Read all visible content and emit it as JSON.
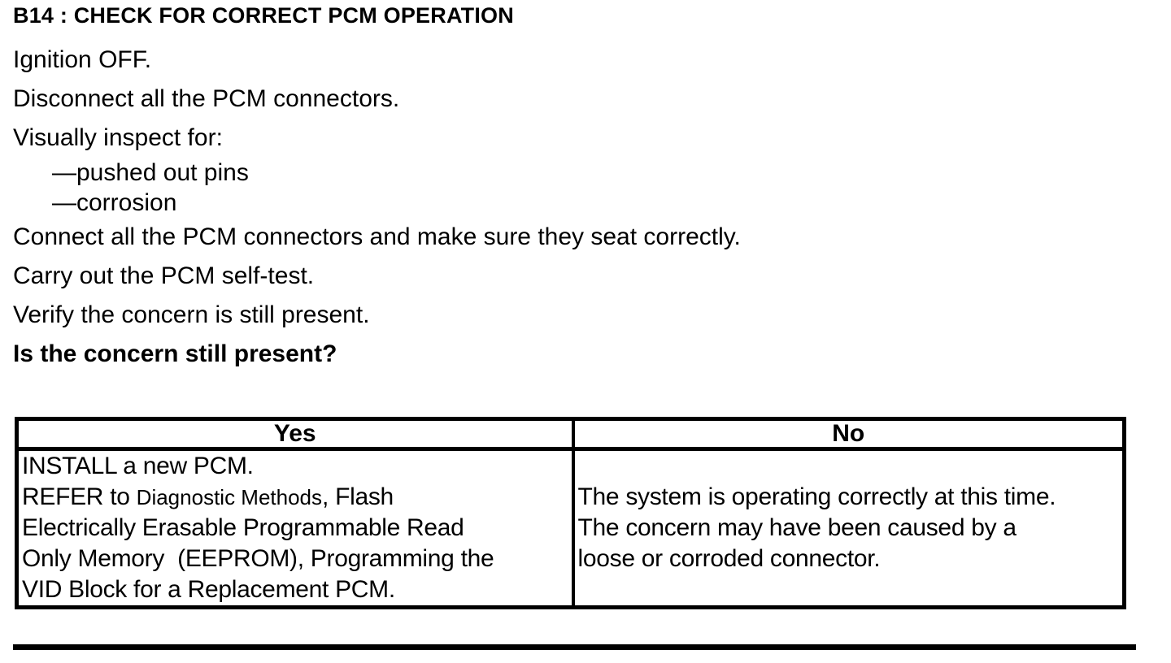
{
  "content": {
    "heading": "B14 : CHECK FOR CORRECT PCM OPERATION",
    "steps": [
      "Ignition OFF.",
      "Disconnect all the PCM connectors.",
      "Visually inspect for:"
    ],
    "inspect_items": [
      "—pushed out pins",
      "—corrosion"
    ],
    "steps2": [
      "Connect all the PCM connectors and make sure they seat correctly.",
      "Carry out the PCM self-test.",
      "Verify the concern is still present."
    ],
    "question": "Is the concern still present?"
  },
  "table": {
    "headers": {
      "yes": "Yes",
      "no": "No"
    },
    "yes_cell": {
      "line1": "INSTALL a new PCM.",
      "line2_prefix": "REFER to ",
      "line2_link": "Diagnostic Methods",
      "line2_suffix": ", Flash",
      "line3": "Electrically Erasable Programmable Read",
      "line4": "Only Memory  (EEPROM), Programming the",
      "line5": "VID Block for a Replacement PCM."
    },
    "no_cell": {
      "line1": "The system is operating correctly at this time.",
      "line2": "The concern may have been caused by a",
      "line3": "loose or corroded connector."
    }
  },
  "colors": {
    "text": "#000000",
    "background": "#ffffff",
    "rule": "#000000"
  }
}
